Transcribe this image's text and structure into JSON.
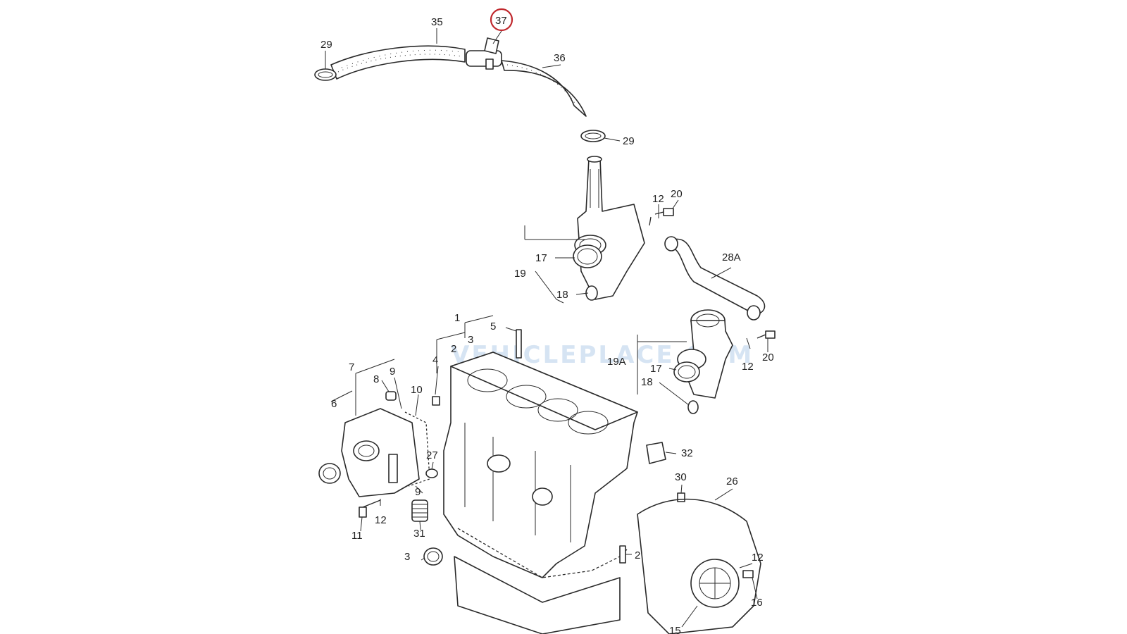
{
  "diagram": {
    "highlight_color": "#c0282d",
    "line_color": "#2a2a2a",
    "watermark": "VEHICLEPLACE.COM",
    "labels": {
      "p29a": "29",
      "p35": "35",
      "p37": "37",
      "p36": "36",
      "p29b": "29",
      "p12a": "12",
      "p20a": "20",
      "p28a": "28A",
      "p17a": "17",
      "p19": "19",
      "p18a": "18",
      "p1": "1",
      "p3a": "3",
      "p2a": "2",
      "p5": "5",
      "p4": "4",
      "p19a": "19A",
      "p17b": "17",
      "p18b": "18",
      "p12b": "12",
      "p20b": "20",
      "p7": "7",
      "p8": "8",
      "p9a": "9",
      "p6": "6",
      "p10": "10",
      "p27": "27",
      "p9b": "9",
      "p12c": "12",
      "p11": "11",
      "p31": "31",
      "p32": "32",
      "p30": "30",
      "p26": "26",
      "p2b": "2",
      "p3b": "3",
      "p12d": "12",
      "p16": "16",
      "p15": "15"
    }
  }
}
